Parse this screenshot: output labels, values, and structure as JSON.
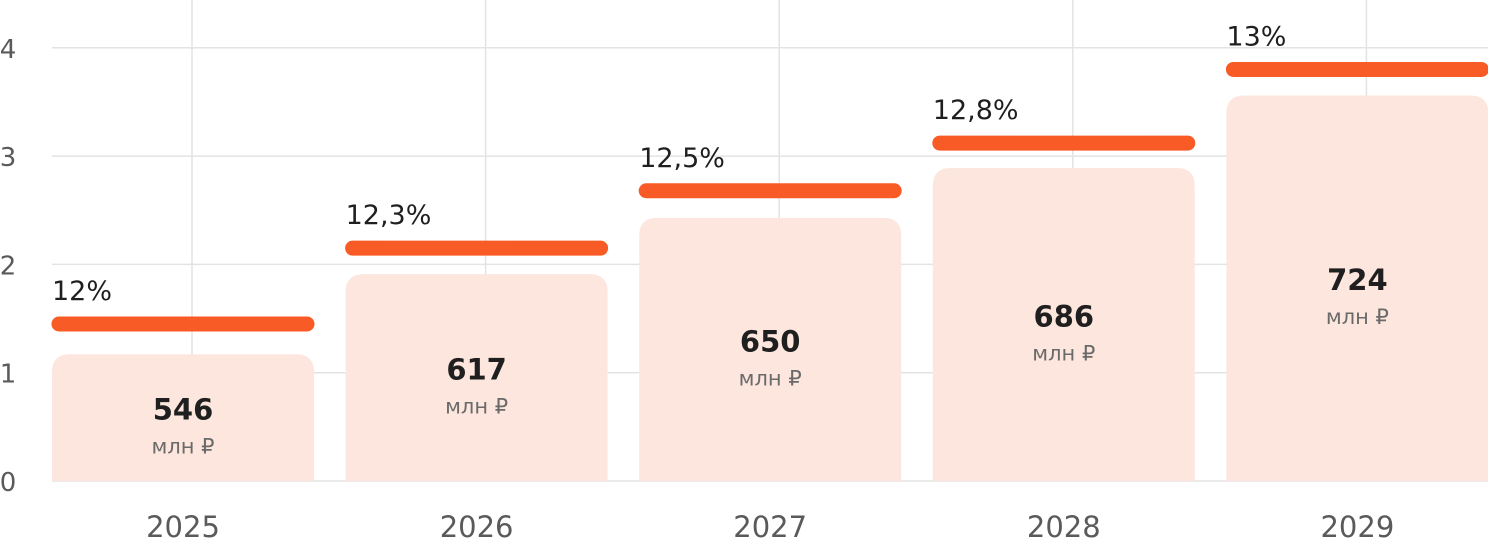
{
  "chart_data": {
    "type": "bar",
    "categories": [
      "2025",
      "2026",
      "2027",
      "2028",
      "2029"
    ],
    "values": [
      546,
      617,
      650,
      686,
      724
    ],
    "value_unit": "млн ₽",
    "bar_heights": [
      1.17,
      1.91,
      2.43,
      2.89,
      3.56
    ],
    "rates": [
      1.45,
      2.15,
      2.68,
      3.12,
      3.8
    ],
    "rate_labels": [
      "12%",
      "12,3%",
      "12,5%",
      "12,8%",
      "13%"
    ],
    "yticks": [
      0,
      1,
      2,
      3,
      4
    ],
    "ylim": [
      0,
      4.4
    ],
    "grid": true,
    "colors": {
      "bar": "#fde6dd",
      "rate_line": "#f95b26",
      "grid": "#e3e3e3"
    }
  }
}
